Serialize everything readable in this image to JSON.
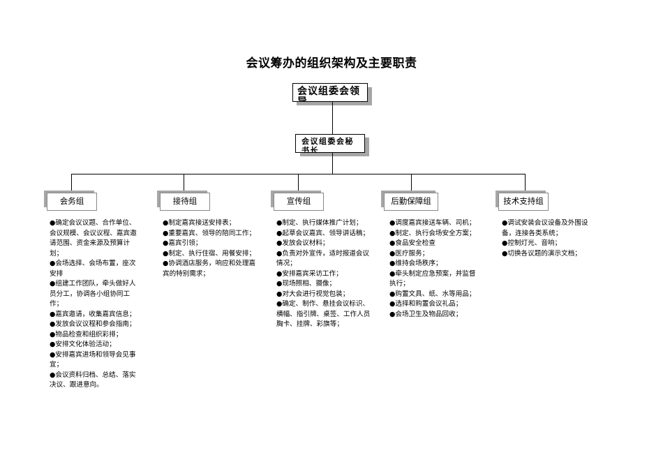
{
  "title": "会议筹办的组织架构及主要职责",
  "leadership": "会议组委会领导",
  "secretary": "会议组委会秘书长",
  "bullet": "●",
  "groups": [
    {
      "name": "会务组",
      "duties": [
        "确定会议议题、合作单位、会议规模、会议议程、嘉宾邀请范围、资金来源及预算计划；",
        "会场选择、会场布置，座次安排",
        "组建工作团队，牵头做好人员分工，协调各小组协同工作；",
        "嘉宾邀请，收集嘉宾信息；",
        "发放会议议程和参会指南；",
        "物品检查和组织彩排；",
        "安排文化体验活动；",
        "安排嘉宾进场和领导会见事宜；",
        "会议资料归档、总结、落实决议、跟进意向。"
      ]
    },
    {
      "name": "接待组",
      "duties": [
        "制定嘉宾接送安排表；",
        "重要嘉宾、领导的陪同工作；",
        "嘉宾引领；",
        "制定、执行住宿、用餐安排；",
        "协调酒店服务，响应和处理嘉宾的特别需求；"
      ]
    },
    {
      "name": "宣传组",
      "duties": [
        "制定、执行媒体推广计划；",
        "起草会议嘉宾、领导讲话稿；",
        "发放会议材料；",
        "负责对外宣传，适时报道会议情况；",
        "安排嘉宾采访工作；",
        "现场照相、摄像；",
        "对大会进行视觉包装；",
        "确定、制作、悬挂会议标识、横幅、指引牌、桌签、工作人员胸卡、挂牌、彩旗等；"
      ]
    },
    {
      "name": "后勤保障组",
      "duties": [
        "调度嘉宾接送车辆、司机；",
        "制定、执行会场安全方案；",
        "食品安全检查",
        "医疗服务；",
        "维持会场秩序；",
        "牵头制定应急预案，并监督执行；",
        "购置文具、纸、水等用品；",
        "选择和购置会议礼品；",
        "会场卫生及物品回收；"
      ]
    },
    {
      "name": "技术支持组",
      "duties": [
        "调试安装会议设备及外围设备，连接各类系统；",
        "控制灯光、音响；",
        "切换各议题的演示文档；"
      ]
    }
  ]
}
